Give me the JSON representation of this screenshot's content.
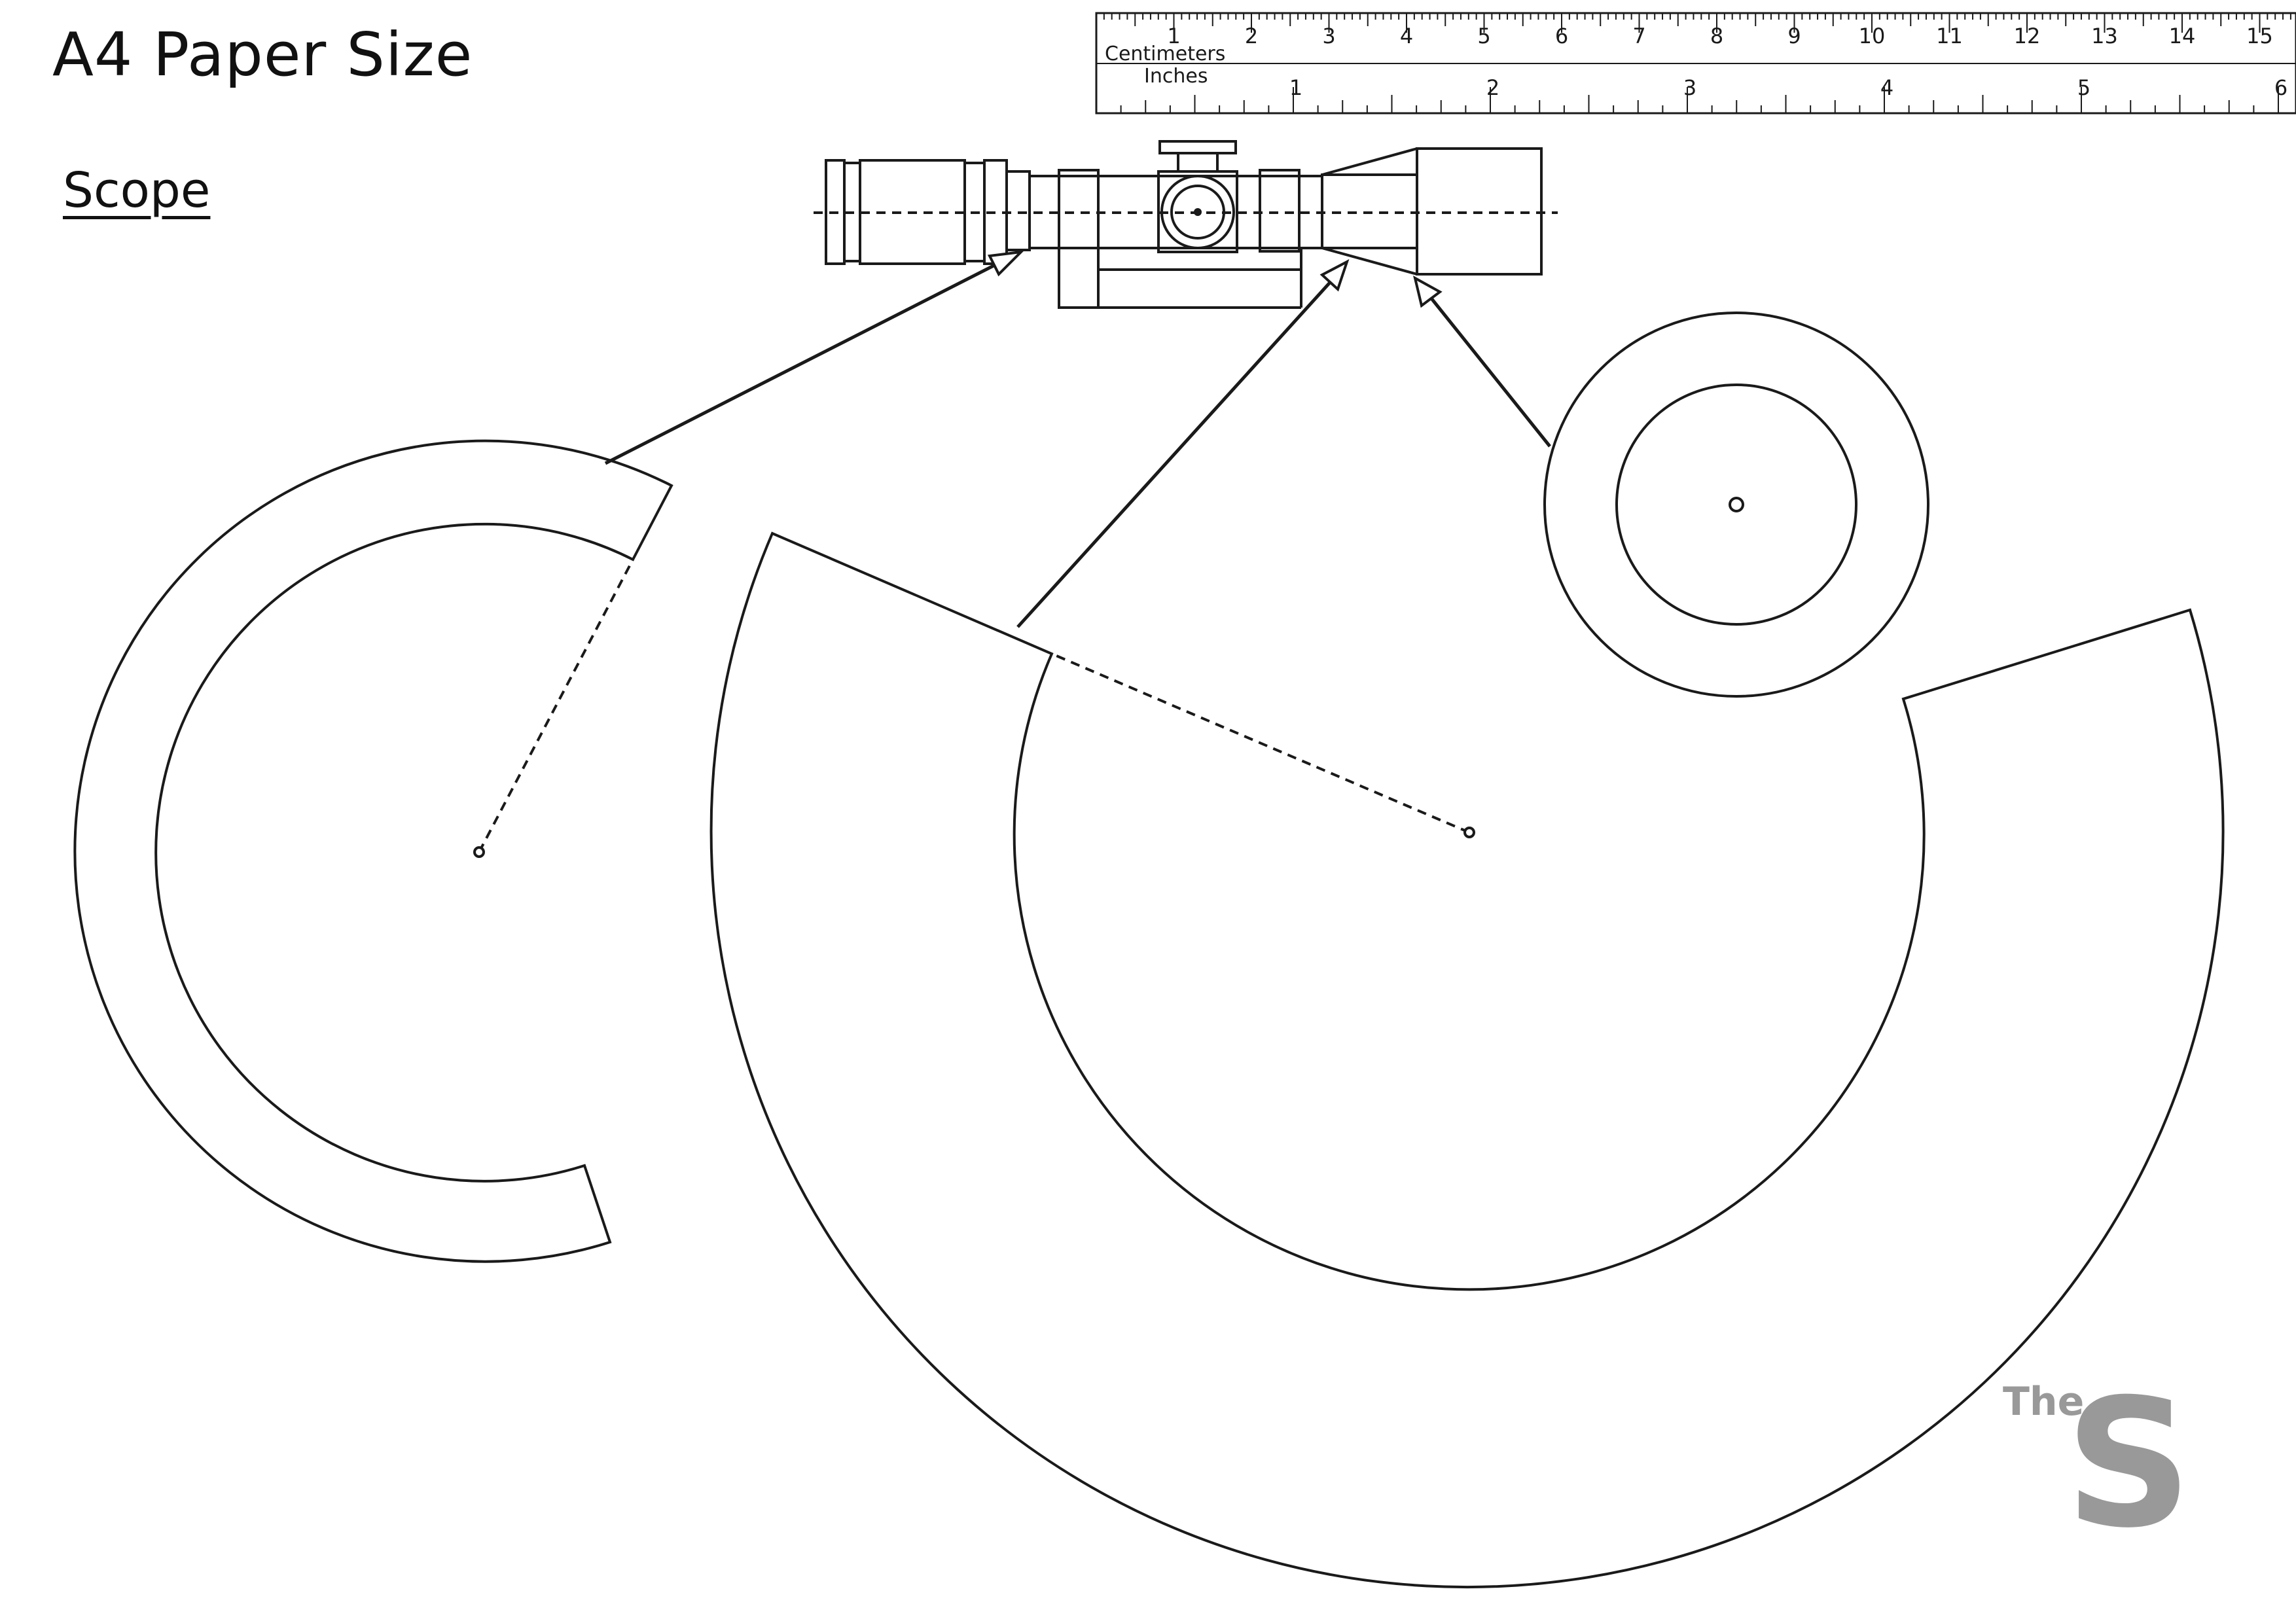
{
  "page": {
    "title": "A4 Paper Size",
    "section": "Scope"
  },
  "ruler": {
    "cm_label": "Centimeters",
    "inch_label": "Inches",
    "cm_ticks": [
      "1",
      "2",
      "3",
      "4",
      "5",
      "6",
      "7",
      "8",
      "9",
      "10",
      "11",
      "12",
      "13",
      "14",
      "15"
    ],
    "inch_ticks": [
      "1",
      "2",
      "3",
      "4",
      "5",
      "6"
    ]
  },
  "logo": {
    "small": "The",
    "large": "S",
    "color": "#999999"
  },
  "colors": {
    "line": "#1a1a1a",
    "background": "#ffffff"
  }
}
